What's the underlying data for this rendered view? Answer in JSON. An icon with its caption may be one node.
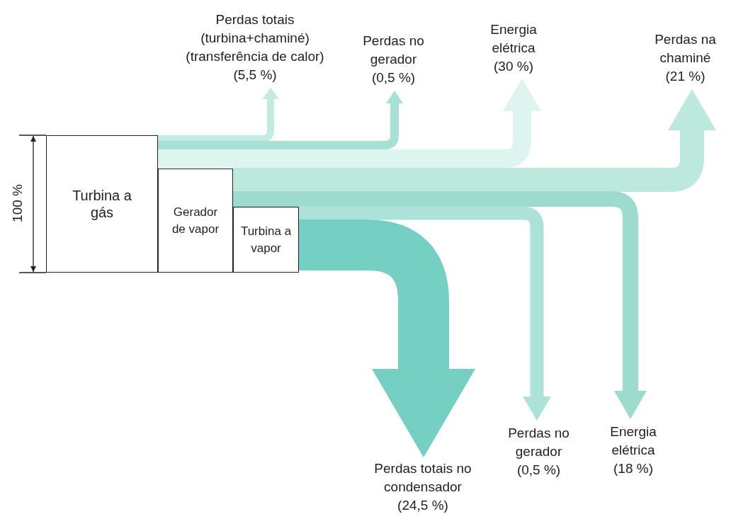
{
  "diagram": {
    "nodes": [
      {
        "text": [
          "Turbina a gás"
        ]
      },
      {
        "text": [
          "Gerador de vapor"
        ]
      },
      {
        "text": [
          "Turbina a vapor"
        ]
      },
      {
        "text": [
          "Perdas totais (turbina+chaminé) (transferência de calor)",
          "(5,5 %)"
        ]
      },
      {
        "text": [
          "Perdas no gerador",
          "(0,5 %)"
        ]
      },
      {
        "text": [
          "Energia elétrica",
          "(30 %)"
        ]
      },
      {
        "text": [
          "Perdas na chaminé",
          "(21 %)"
        ]
      },
      {
        "text": [
          "Perdas totais no condensador",
          "(24,5 %)"
        ]
      },
      {
        "text": [
          "Perdas no gerador",
          "(0,5 %)"
        ]
      },
      {
        "text": [
          "Energia elétrica",
          "(18 %)"
        ]
      }
    ],
    "edges": [
      {
        "from": 0,
        "to": 3,
        "arrow": "to",
        "color": "#c4ebe2"
      },
      {
        "from": 0,
        "to": 4,
        "arrow": "to",
        "color": "#a8e0d6"
      },
      {
        "from": 0,
        "to": 5,
        "arrow": "to",
        "color": "#ddf4ef"
      },
      {
        "from": 1,
        "to": 6,
        "arrow": "to",
        "color": "#bce8de"
      },
      {
        "from": 1,
        "to": 9,
        "arrow": "to",
        "color": "#9ddbcf"
      },
      {
        "from": 2,
        "to": 8,
        "arrow": "to",
        "color": "#ade2d8"
      },
      {
        "from": 2,
        "to": 7,
        "arrow": "to",
        "style": "thick",
        "color": "#75cfc2"
      }
    ],
    "labels": [
      "100 %"
    ]
  }
}
